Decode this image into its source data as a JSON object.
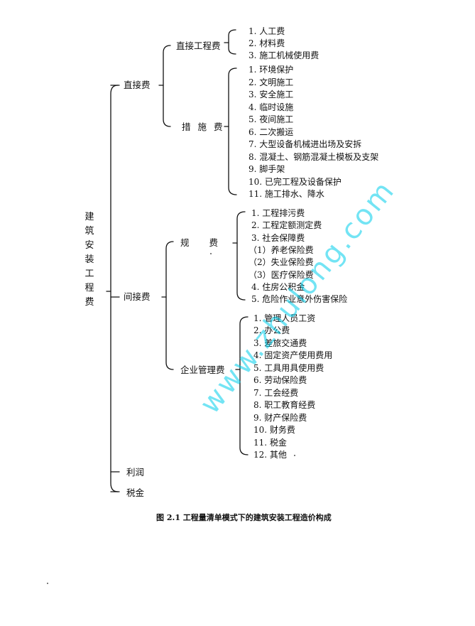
{
  "root": "建筑安装工程费",
  "level1": {
    "direct": "直接费",
    "indirect": "间接费",
    "profit": "利润",
    "tax": "税金"
  },
  "level2": {
    "direct_engineering": "直接工程费",
    "measures": "措施费",
    "regulatory_fees": "规费",
    "enterprise_management": "企业管理费"
  },
  "direct_engineering_items": [
    "1. 人工费",
    "2. 材料费",
    "3. 施工机械使用费"
  ],
  "measures_items": [
    "1. 环境保护",
    "2. 文明施工",
    "3. 安全施工",
    "4. 临时设施",
    "5. 夜间施工",
    "6. 二次搬运",
    "7. 大型设备机械进出场及安拆",
    "8. 混凝土、钢筋混凝土模板及支架",
    "9. 脚手架",
    "10. 已完工程及设备保护",
    "11. 施工排水、降水"
  ],
  "regulatory_items": [
    "1. 工程排污费",
    "2. 工程定额测定费",
    "3. 社会保障费",
    "（1）养老保险费",
    "（2）失业保险费",
    "（3）医疗保险费",
    "4. 住房公积金",
    "5. 危险作业意外伤害保险"
  ],
  "enterprise_items": [
    "1. 管理人员工资",
    "2. 办公费",
    "3. 差旅交通费",
    "4. 固定资产使用费用",
    "5. 工具用具使用费",
    "6. 劳动保险费",
    "7. 工会经费",
    "8. 职工教育经费",
    "9. 财产保险费",
    "10. 财务费",
    "11. 税金",
    "12. 其他"
  ],
  "caption": "图 2.1  工程量清单模式下的建筑安装工程造价构成",
  "watermark": "www.zhulong.com",
  "colors": {
    "ink": "#111111",
    "watermark": "#00cdeb",
    "background": "#ffffff"
  }
}
